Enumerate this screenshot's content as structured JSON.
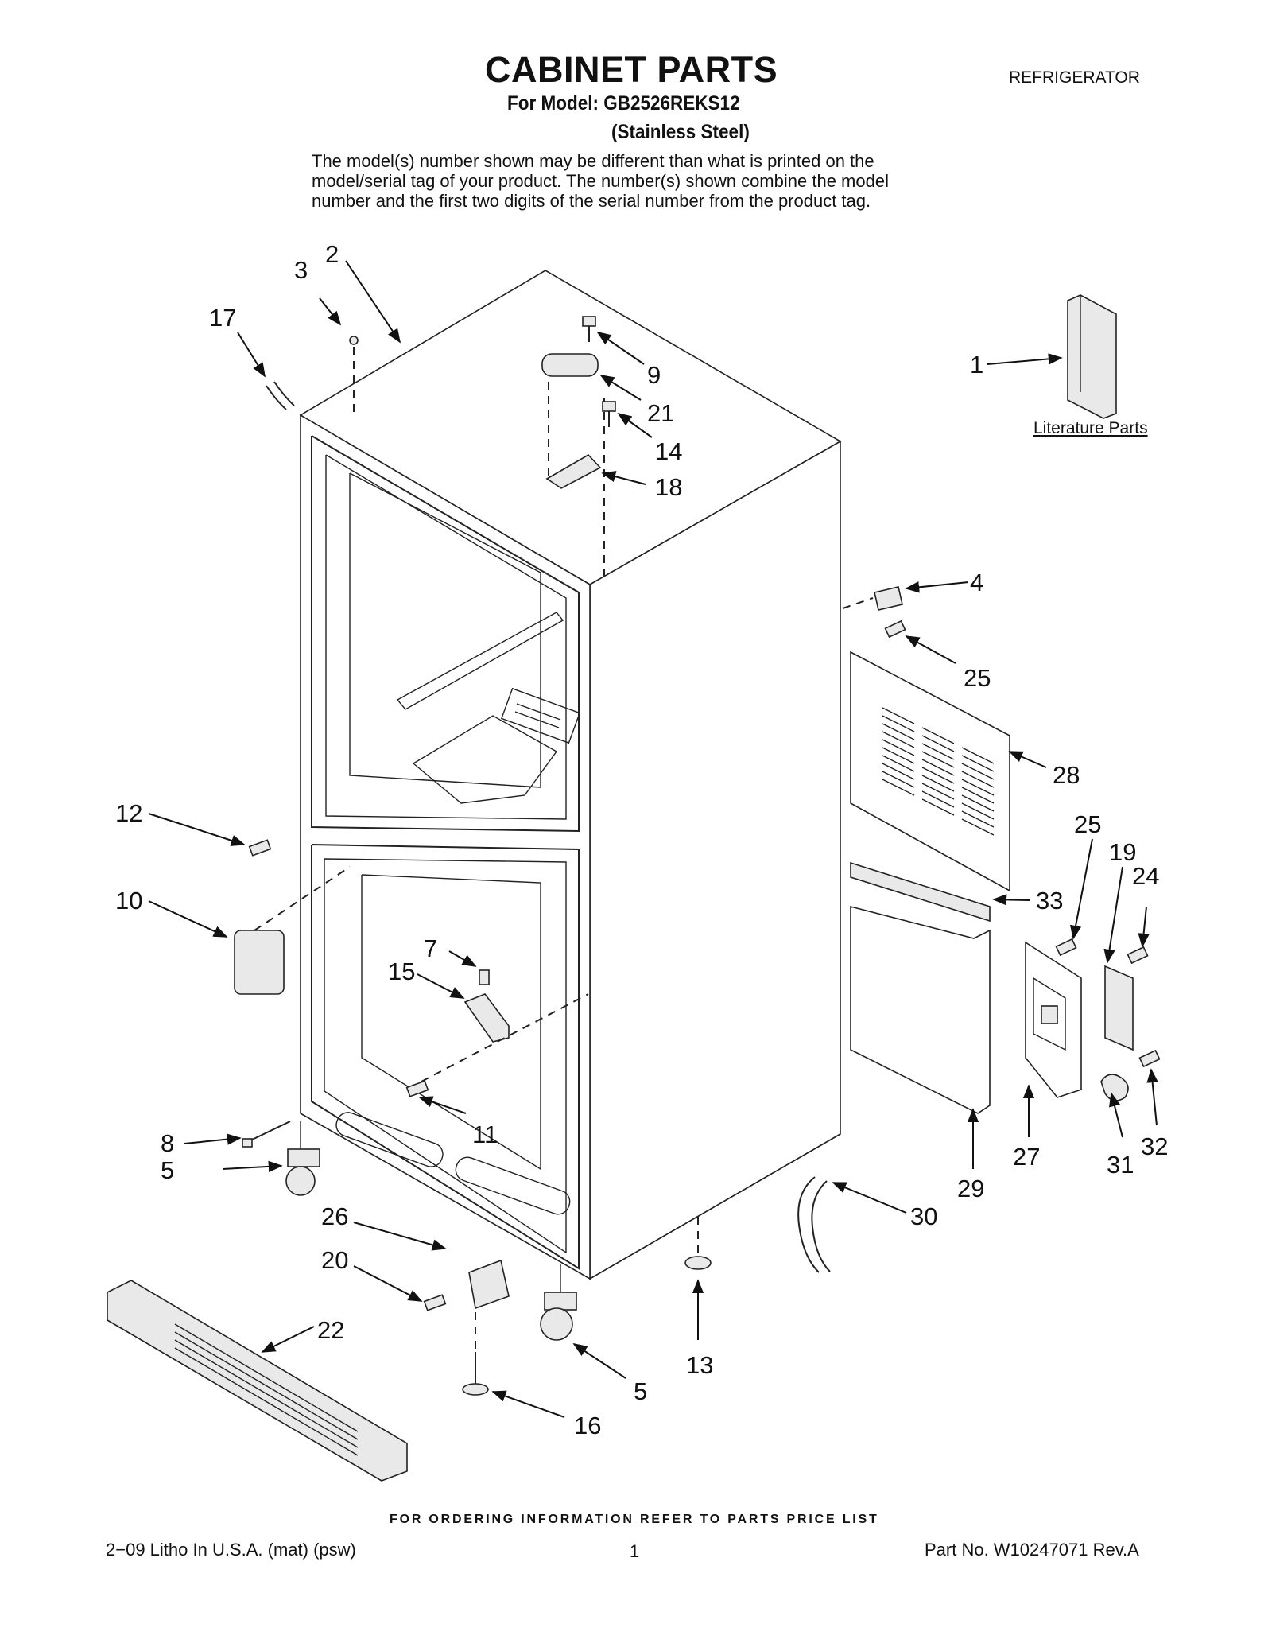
{
  "header": {
    "title": "CABINET PARTS",
    "category": "REFRIGERATOR",
    "model_line": "For Model: GB2526REKS12",
    "finish_line": "(Stainless Steel)",
    "note_lines": [
      "The model(s) number shown may be different than what is printed on the",
      "model/serial tag of your product. The number(s) shown combine the model",
      "number and the first two digits of the serial number from the product tag."
    ]
  },
  "diagram": {
    "literature_label": "Literature Parts",
    "callouts": [
      "1",
      "2",
      "3",
      "4",
      "5",
      "5",
      "7",
      "8",
      "9",
      "10",
      "11",
      "12",
      "13",
      "14",
      "15",
      "16",
      "17",
      "18",
      "19",
      "20",
      "21",
      "22",
      "24",
      "25",
      "25",
      "26",
      "27",
      "28",
      "29",
      "30",
      "31",
      "32",
      "33"
    ]
  },
  "footer": {
    "ordering_note": "FOR ORDERING INFORMATION REFER TO PARTS PRICE LIST",
    "litho": "2−09 Litho In U.S.A. (mat) (psw)",
    "page": "1",
    "part_no": "Part No. W10247071 Rev.A"
  }
}
